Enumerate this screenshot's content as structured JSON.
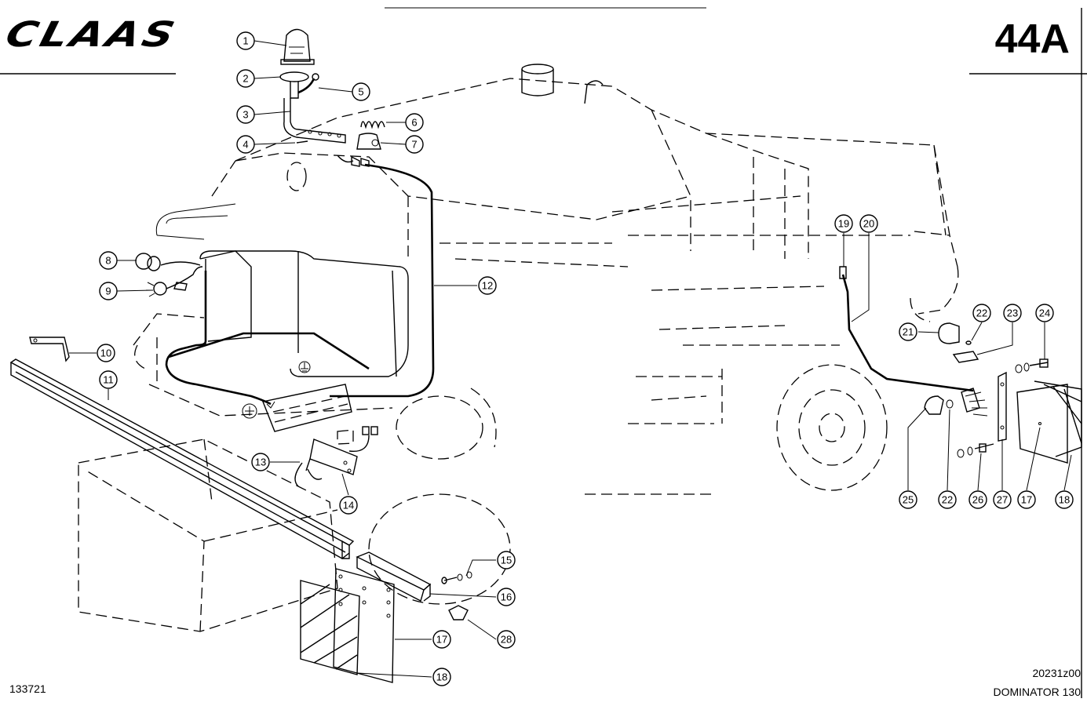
{
  "header": {
    "logo_text": "CLAAS",
    "sheet_number": "44A"
  },
  "footer": {
    "drawing_ref": "20231z00",
    "model_name": "DOMINATOR 130",
    "image_number": "133721"
  },
  "callouts": [
    "1",
    "2",
    "3",
    "4",
    "5",
    "6",
    "7",
    "8",
    "9",
    "10",
    "11",
    "12",
    "13",
    "14",
    "15",
    "16",
    "17",
    "18",
    "19",
    "20",
    "21",
    "22",
    "22",
    "23",
    "24",
    "25",
    "26",
    "27",
    "17",
    "18",
    "28"
  ],
  "colors": {
    "ink": "#000000",
    "paper": "#ffffff"
  }
}
